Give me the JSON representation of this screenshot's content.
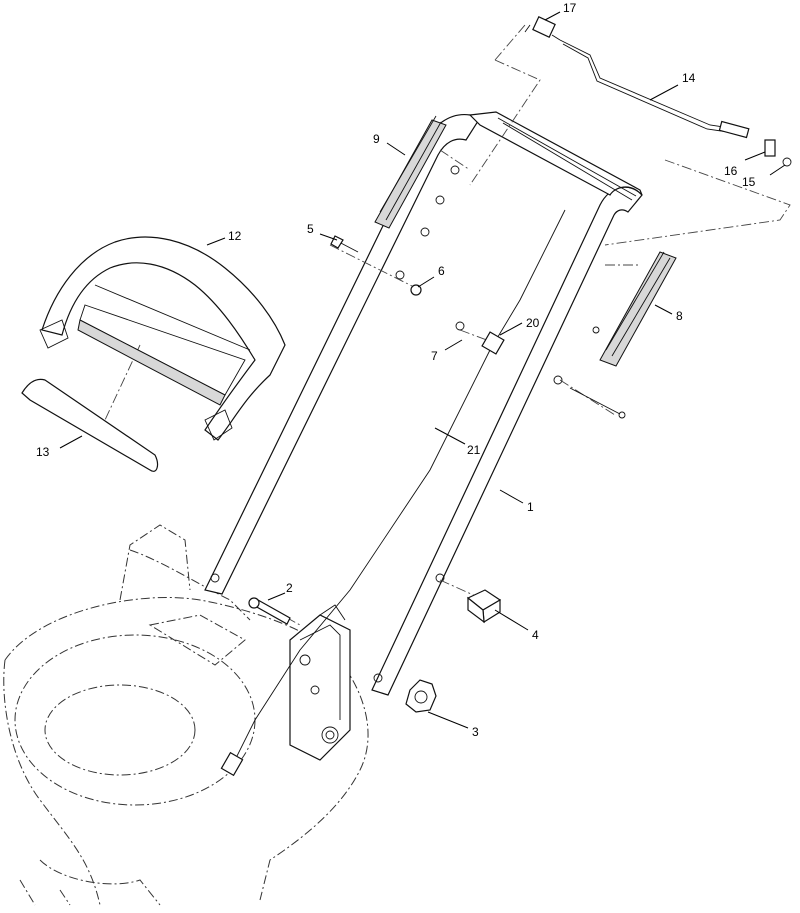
{
  "diagram": {
    "callouts": [
      {
        "id": "c1",
        "label": "1"
      },
      {
        "id": "c2",
        "label": "2"
      },
      {
        "id": "c3",
        "label": "3"
      },
      {
        "id": "c4",
        "label": "4"
      },
      {
        "id": "c5",
        "label": "5"
      },
      {
        "id": "c6",
        "label": "6"
      },
      {
        "id": "c7",
        "label": "7"
      },
      {
        "id": "c8",
        "label": "8"
      },
      {
        "id": "c9",
        "label": "9"
      },
      {
        "id": "c12",
        "label": "12"
      },
      {
        "id": "c13",
        "label": "13"
      },
      {
        "id": "c14",
        "label": "14"
      },
      {
        "id": "c15",
        "label": "15"
      },
      {
        "id": "c16",
        "label": "16"
      },
      {
        "id": "c17",
        "label": "17"
      },
      {
        "id": "c20",
        "label": "20"
      },
      {
        "id": "c21",
        "label": "21"
      }
    ]
  }
}
